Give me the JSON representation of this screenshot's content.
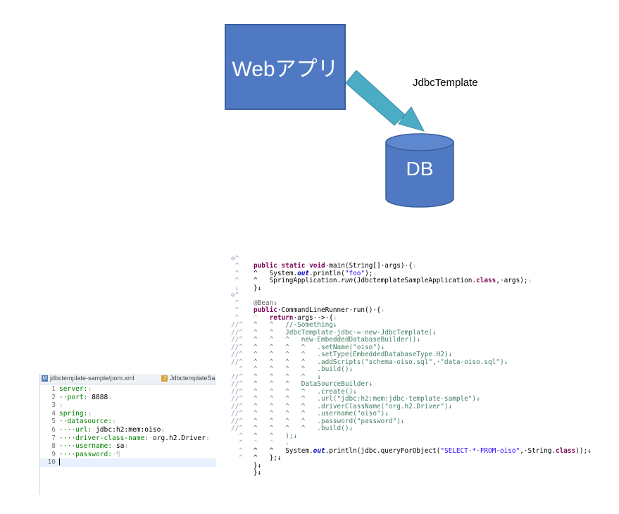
{
  "diagram": {
    "webapp_label": "Webアプリ",
    "arrow_label": "JdbcTemplate",
    "db_label": "DB",
    "colors": {
      "box_fill": "#4f7ac3",
      "arrow_fill": "#4bacc6",
      "cylinder_fill": "#4f7ac3"
    }
  },
  "yml_editor": {
    "tabs": [
      {
        "label": "jdbctemplate-sample/pom.xml",
        "icon": "xml-file-icon"
      },
      {
        "label": "JdbctemplateSa",
        "icon": "java-file-icon"
      }
    ],
    "lines": [
      {
        "num": "1",
        "key": "server:",
        "sep": "",
        "value": "",
        "end": "↓"
      },
      {
        "num": "2",
        "key": "··port:",
        "sep": "·",
        "value": "8888",
        "end": "↓"
      },
      {
        "num": "3",
        "key": "",
        "sep": "",
        "value": "",
        "end": "↓"
      },
      {
        "num": "4",
        "key": "spring:",
        "sep": "",
        "value": "",
        "end": "↓"
      },
      {
        "num": "5",
        "key": "··datasource:",
        "sep": "",
        "value": "",
        "end": "↓"
      },
      {
        "num": "6",
        "key": "····url:",
        "sep": "·",
        "value": "jdbc:h2:mem:oiso",
        "end": "↓"
      },
      {
        "num": "7",
        "key": "····driver-class-name:",
        "sep": "·",
        "value": "org.h2.Driver",
        "end": "↓"
      },
      {
        "num": "8",
        "key": "····username:",
        "sep": "·",
        "value": "sa",
        "end": "↓"
      },
      {
        "num": "9",
        "key": "····password:",
        "sep": "·",
        "value": "",
        "end": "¶"
      },
      {
        "num": "10",
        "key": "",
        "sep": "",
        "value": "",
        "end": ""
      }
    ]
  },
  "java_code": {
    "l01": {
      "g": "⊖^",
      "p": [
        "",
        "public",
        "·",
        "static",
        "·",
        "void",
        "·main(String[]·args)·{",
        "↓"
      ]
    },
    "l02": {
      "g": " ^",
      "a": "^   System.",
      "b": "out",
      "c": ".println(",
      "d": "\"foo\"",
      "e": ");",
      "f": "↓"
    },
    "l03": {
      "g": " ^",
      "a": "^   SpringApplication.",
      "b": "run",
      "c": "(JdbctemplateSampleApplication.",
      "d": "class",
      "e": ",·args);",
      "f": "↓"
    },
    "l04": {
      "g": " ^",
      "t": "}↓"
    },
    "l05": {
      "g": " ↓",
      "t": ""
    },
    "l06": {
      "g": "⊖^",
      "t": "@Bean↓"
    },
    "l07": {
      "g": " ^",
      "a": "public",
      "b": "·CommandLineRunner·run()·{",
      "f": "↓"
    },
    "l08": {
      "g": " ^",
      "a": "^   ",
      "b": "return",
      "c": "·args·->·{",
      "f": "↓"
    },
    "l09": {
      "g": " ^",
      "t": "^   ^   //·Something↓"
    },
    "l10": {
      "g": "//^",
      "t": "^   ^   JdbcTemplate·jdbc·=·new·JdbcTemplate(↓"
    },
    "l11": {
      "g": "//^",
      "t": "^   ^   ^   new·EmbeddedDatabaseBuilder()↓"
    },
    "l12": {
      "g": "//^",
      "t": "^   ^   ^   ^   .setName(\"oiso\")↓"
    },
    "l13": {
      "g": "//^",
      "t": "^   ^   ^   ^   .setType(EmbeddedDatabaseType.H2)↓"
    },
    "l14": {
      "g": "//^",
      "t": "^   ^   ^   ^   .addScripts(\"schema-oiso.sql\",·\"data-oiso.sql\")↓"
    },
    "l15": {
      "g": "//^",
      "t": "^   ^   ^   ^   .build()↓"
    },
    "l16": {
      "g": "  ^",
      "t": "^   ^   ^   ^   ↓"
    },
    "l17": {
      "g": "//^",
      "t": "^   ^   ^   DataSourceBuilder↓"
    },
    "l18": {
      "g": "//^",
      "t": "^   ^   ^   ^   .create()↓"
    },
    "l19": {
      "g": "//^",
      "t": "^   ^   ^   ^   .url(\"jdbc:h2:mem:jdbc-template-sample\")↓"
    },
    "l20": {
      "g": "//^",
      "t": "^   ^   ^   ^   .driverClassName(\"org.h2.Driver\")↓"
    },
    "l21": {
      "g": "//^",
      "t": "^   ^   ^   ^   .username(\"oiso\")↓"
    },
    "l22": {
      "g": "//^",
      "t": "^   ^   ^   ^   .password(\"password\")↓"
    },
    "l23": {
      "g": "//^",
      "t": "^   ^   ^   ^   .build()↓"
    },
    "l24": {
      "g": "//^",
      "t": "^   ^   );↓"
    },
    "l25": {
      "g": "  ^",
      "t": "^   ^   ↓"
    },
    "l26": {
      "g": "  ^",
      "a": "^   ^   System.",
      "b": "out",
      "c": ".println(jdbc.queryForObject(",
      "d": "\"SELECT·*·FROM·oiso\"",
      "e": ",·String.",
      "h": "class",
      "f": "));↓"
    },
    "l27": {
      "g": "  ^",
      "t": "^   };↓"
    },
    "l28": {
      "g": "  ^",
      "t": "}↓"
    },
    "l29": {
      "g": "  ",
      "t": "}↓"
    }
  }
}
